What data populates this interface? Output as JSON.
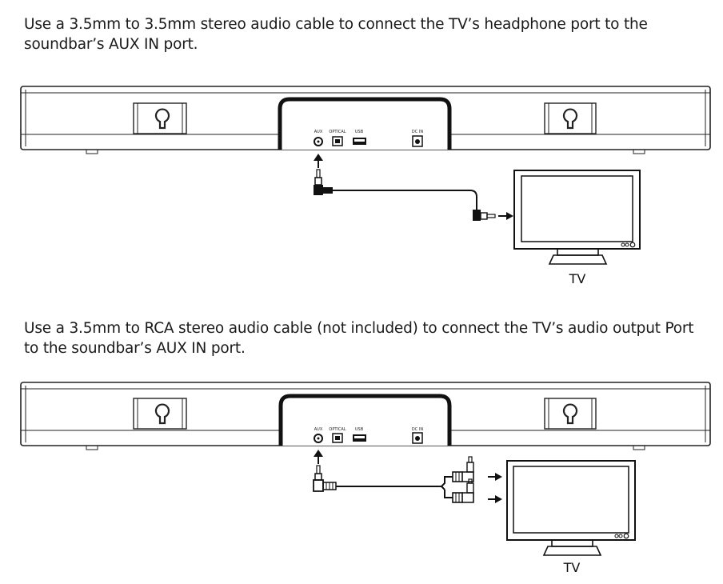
{
  "section1": {
    "instruction_line1": "Use a 3.5mm to 3.5mm stereo audio cable to connect the TV’s headphone port to the",
    "instruction_line2": "soundbar’s AUX IN port.",
    "ports": {
      "aux": "AUX",
      "optical": "OPTICAL",
      "usb": "USB",
      "dc_in": "DC IN"
    },
    "tv_label": "TV"
  },
  "section2": {
    "instruction_line1": "Use a 3.5mm to RCA stereo audio cable (not included)  to connect the TV’s audio output Port",
    "instruction_line2": "to the soundbar’s AUX IN port.",
    "ports": {
      "aux": "AUX",
      "optical": "OPTICAL",
      "usb": "USB",
      "dc_in": "DC IN"
    },
    "tv_label": "TV"
  },
  "icons": [
    "wall-mount-keyhole-icon",
    "arrow-icon",
    "audio-plug-icon",
    "rca-plug-icon",
    "tv-icon"
  ]
}
